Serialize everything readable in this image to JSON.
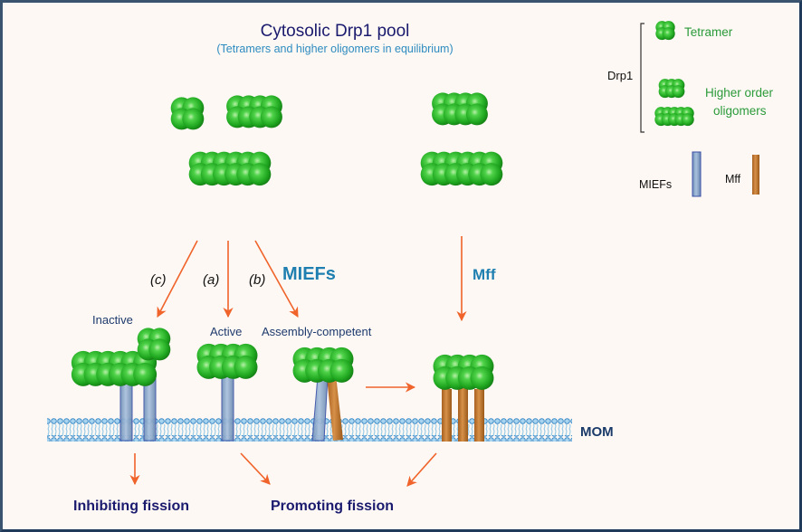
{
  "title": "Cytosolic Drp1 pool",
  "subtitle": "(Tetramers and higher oligomers in equilibrium)",
  "legend": {
    "drp1_label": "Drp1",
    "tetramer_label": "Tetramer",
    "higher_order_line1": "Higher order",
    "higher_order_line2": "oligomers",
    "miefs_label": "MIEFs",
    "mff_label": "Mff"
  },
  "pathways": {
    "c_label": "(c)",
    "a_label": "(a)",
    "b_label": "(b)",
    "miefs_label": "MIEFs",
    "mff_label": "Mff"
  },
  "states": {
    "inactive": "Inactive",
    "active": "Active",
    "assembly_competent": "Assembly-competent"
  },
  "membrane_label": "MOM",
  "outcomes": {
    "inhibiting": "Inhibiting fission",
    "promoting": "Promoting fission"
  },
  "colors": {
    "background": "#fdf8f3",
    "border": "#2a4a6a",
    "title": "#1a1a6e",
    "subtitle": "#2e8bc0",
    "legend_green": "#2a9a3a",
    "drp1_green": "#22b022",
    "arrow_orange": "#f0632a",
    "mief_blue": "#8aa8cc",
    "mff_brown": "#c07a30",
    "state_text": "#1e3a6e",
    "pathway_accent": "#1e7fb0",
    "outcome_text": "#1a1a6e",
    "membrane": "#5aa8d8"
  }
}
